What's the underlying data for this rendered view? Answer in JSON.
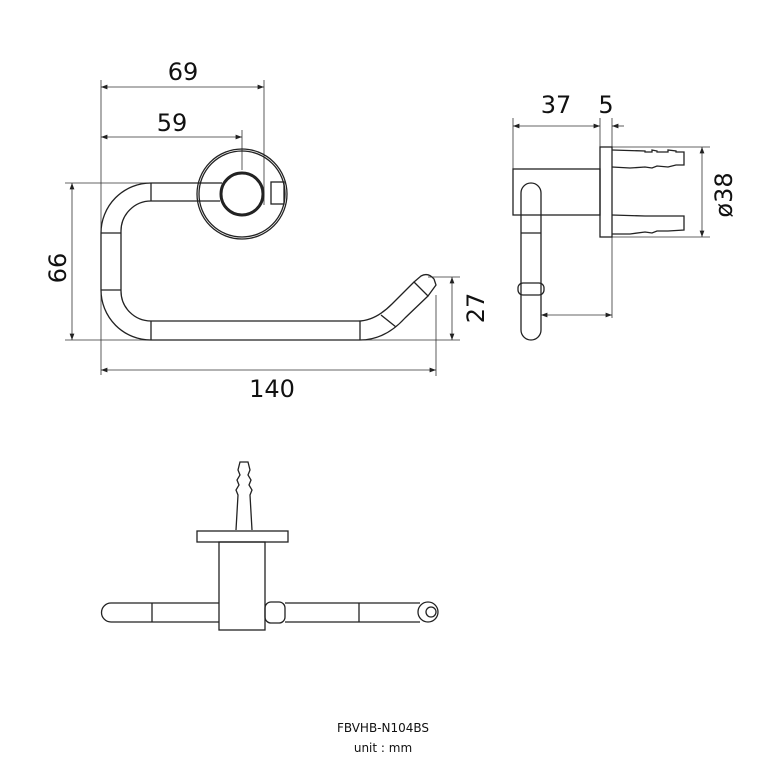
{
  "front_view": {
    "dim_width_outer": "69",
    "dim_width_center": "59",
    "dim_height": "66",
    "dim_length": "140",
    "dim_end_height": "27"
  },
  "side_view": {
    "dim_depth": "37",
    "dim_plate": "5",
    "dim_diameter": "ø38"
  },
  "title_block": {
    "model": "FBVHB-N104BS",
    "unit": "unit : mm"
  }
}
